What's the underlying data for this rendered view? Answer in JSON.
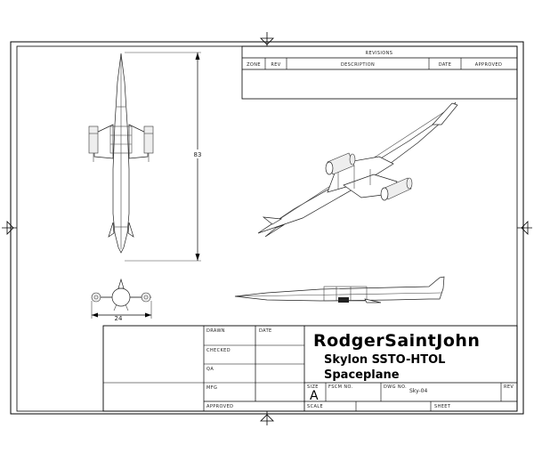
{
  "revisions": {
    "header": "REVISIONS",
    "columns": {
      "zone": "ZONE",
      "rev": "REV",
      "description": "DESCRIPTION",
      "date": "DATE",
      "approved": "APPROVED"
    }
  },
  "dimensions": {
    "length": "83",
    "width": "24"
  },
  "title_block": {
    "drawn_label": "DRAWN",
    "date_label": "DATE",
    "checked_label": "CHECKED",
    "qa_label": "QA",
    "mfg_label": "MFG",
    "approved_label": "APPROVED",
    "company": "RodgerSaintJohn",
    "title_line1": "Skylon SSTO-HTOL",
    "title_line2": "Spaceplane",
    "size_label": "SIZE",
    "size_value": "A",
    "fscm_label": "FSCM NO.",
    "dwg_label": "DWG NO.",
    "dwg_value": "Sky-04",
    "rev_label": "REV",
    "scale_label": "SCALE",
    "sheet_label": "SHEET"
  },
  "colors": {
    "line": "#000000",
    "paper": "#ffffff"
  }
}
